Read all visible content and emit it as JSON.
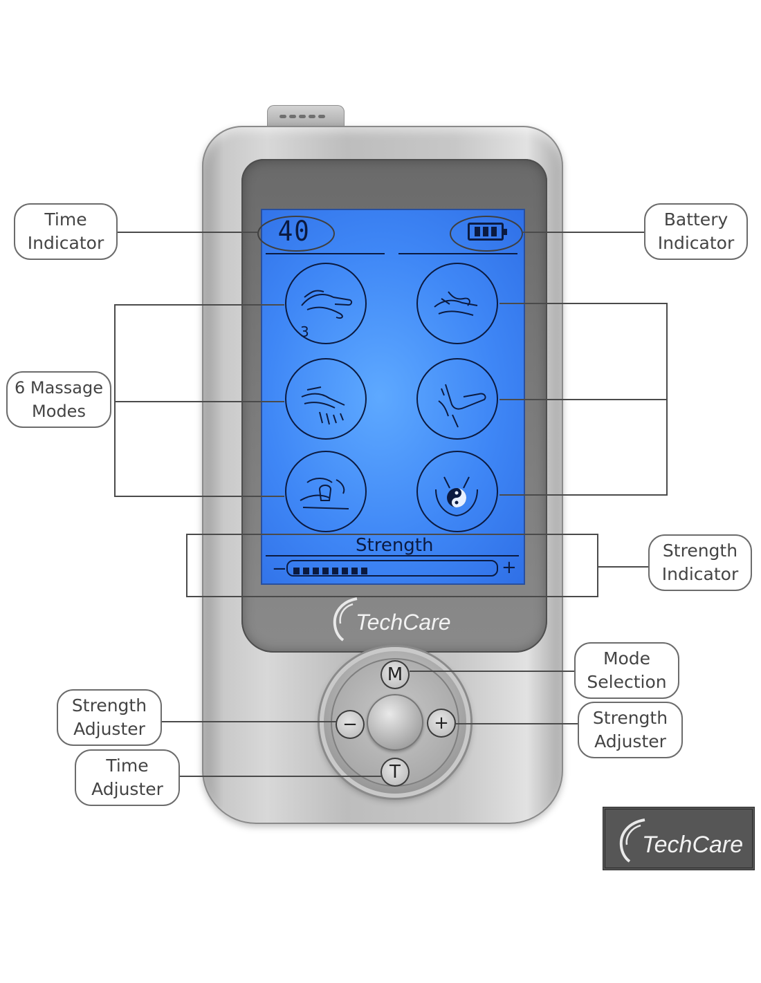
{
  "device": {
    "lcd": {
      "time_value": "40",
      "mode_number": "3",
      "strength_label": "Strength",
      "strength_minus": "−",
      "strength_plus": "+",
      "strength_level": 8,
      "battery_bars": 3
    },
    "brand": "TechCare",
    "buttons": {
      "mode": "M",
      "time": "T",
      "minus": "−",
      "plus": "+"
    }
  },
  "callouts": {
    "time_indicator": [
      "Time",
      "Indicator"
    ],
    "battery_indicator": [
      "Battery",
      "Indicator"
    ],
    "massage_modes": [
      "6 Massage",
      "Modes"
    ],
    "strength_indicator": [
      "Strength",
      "Indicator"
    ],
    "mode_selection": [
      "Mode",
      "Selection"
    ],
    "strength_adjuster_left": [
      "Strength",
      "Adjuster"
    ],
    "strength_adjuster_right": [
      "Strength",
      "Adjuster"
    ],
    "time_adjuster": [
      "Time",
      "Adjuster"
    ]
  },
  "logo_box": {
    "brand": "TechCare"
  },
  "colors": {
    "lcd_blue": "#3f87f6",
    "lcd_ink": "#0b1a40",
    "device_silver": "#c7c7c7",
    "panel_gray": "#7b7b7b"
  },
  "icons": [
    "hand-massage-icon",
    "kneading-icon",
    "tapping-icon",
    "foot-massage-icon",
    "cupping-icon",
    "yin-yang-icon"
  ]
}
